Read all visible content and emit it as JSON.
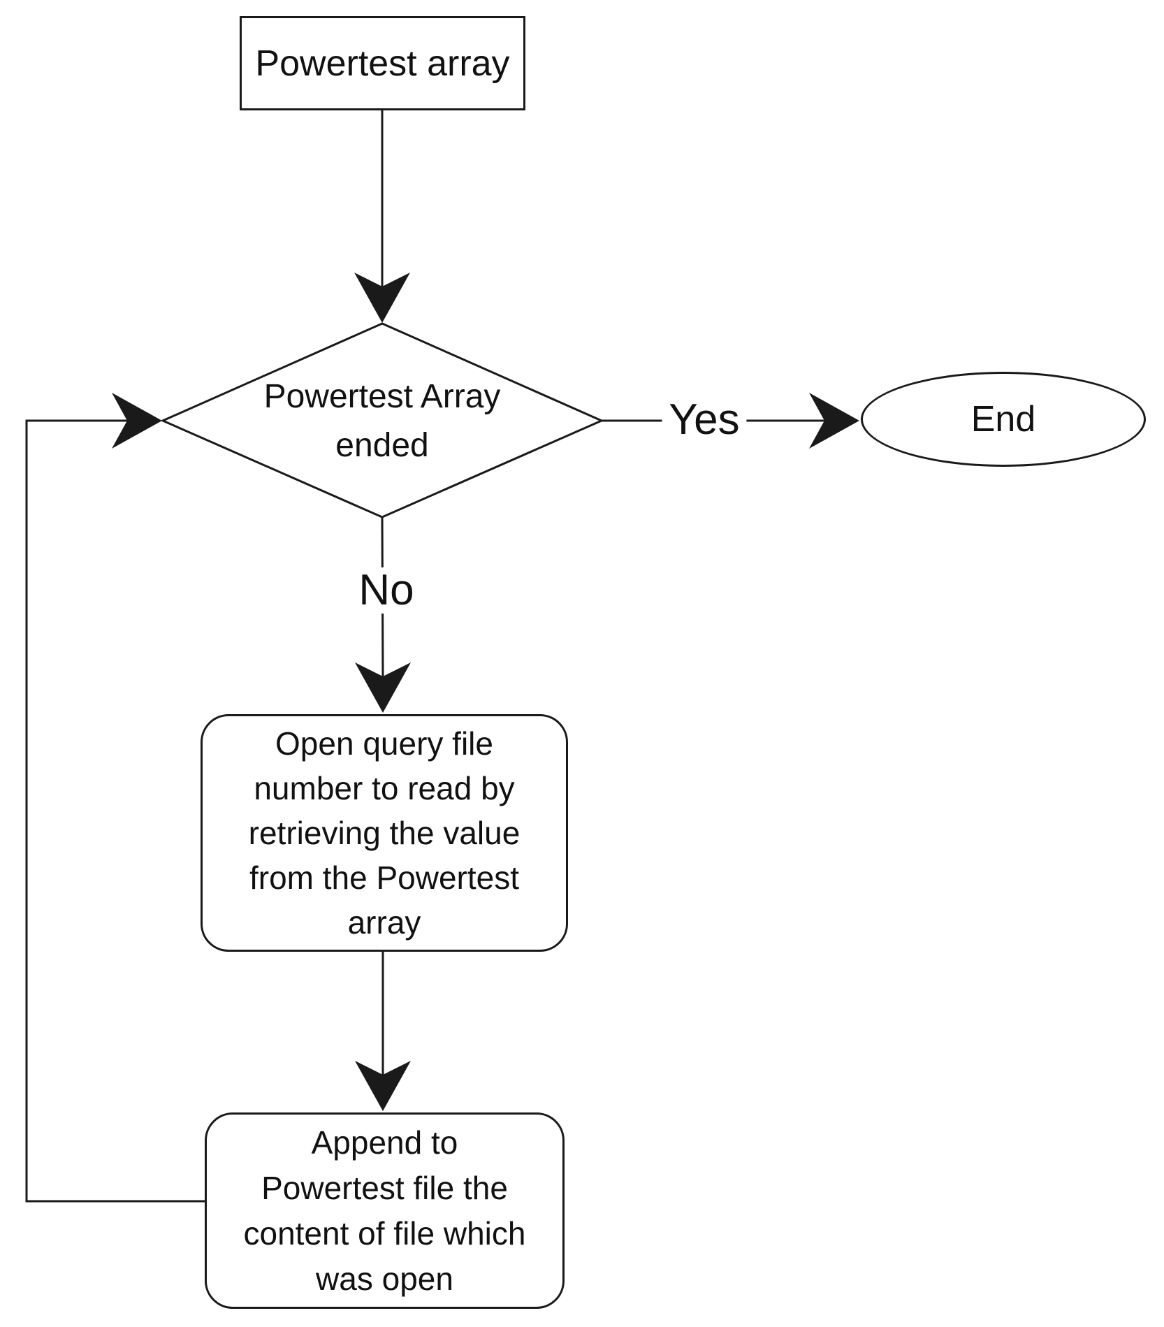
{
  "nodes": {
    "start": {
      "label": "Powertest array"
    },
    "decision": {
      "lines": [
        "Powertest Array",
        "ended"
      ]
    },
    "end": {
      "label": "End"
    },
    "open_query": {
      "lines": [
        "Open query file",
        "number to read by",
        "retrieving the value",
        "from the Powertest",
        "array"
      ]
    },
    "append": {
      "lines": [
        "Append to",
        "Powertest file the",
        "content of file which",
        "was open"
      ]
    }
  },
  "edges": {
    "yes_label": "Yes",
    "no_label": "No"
  },
  "colors": {
    "stroke": "#1a1a1a",
    "text": "#111111",
    "background": "#ffffff"
  }
}
